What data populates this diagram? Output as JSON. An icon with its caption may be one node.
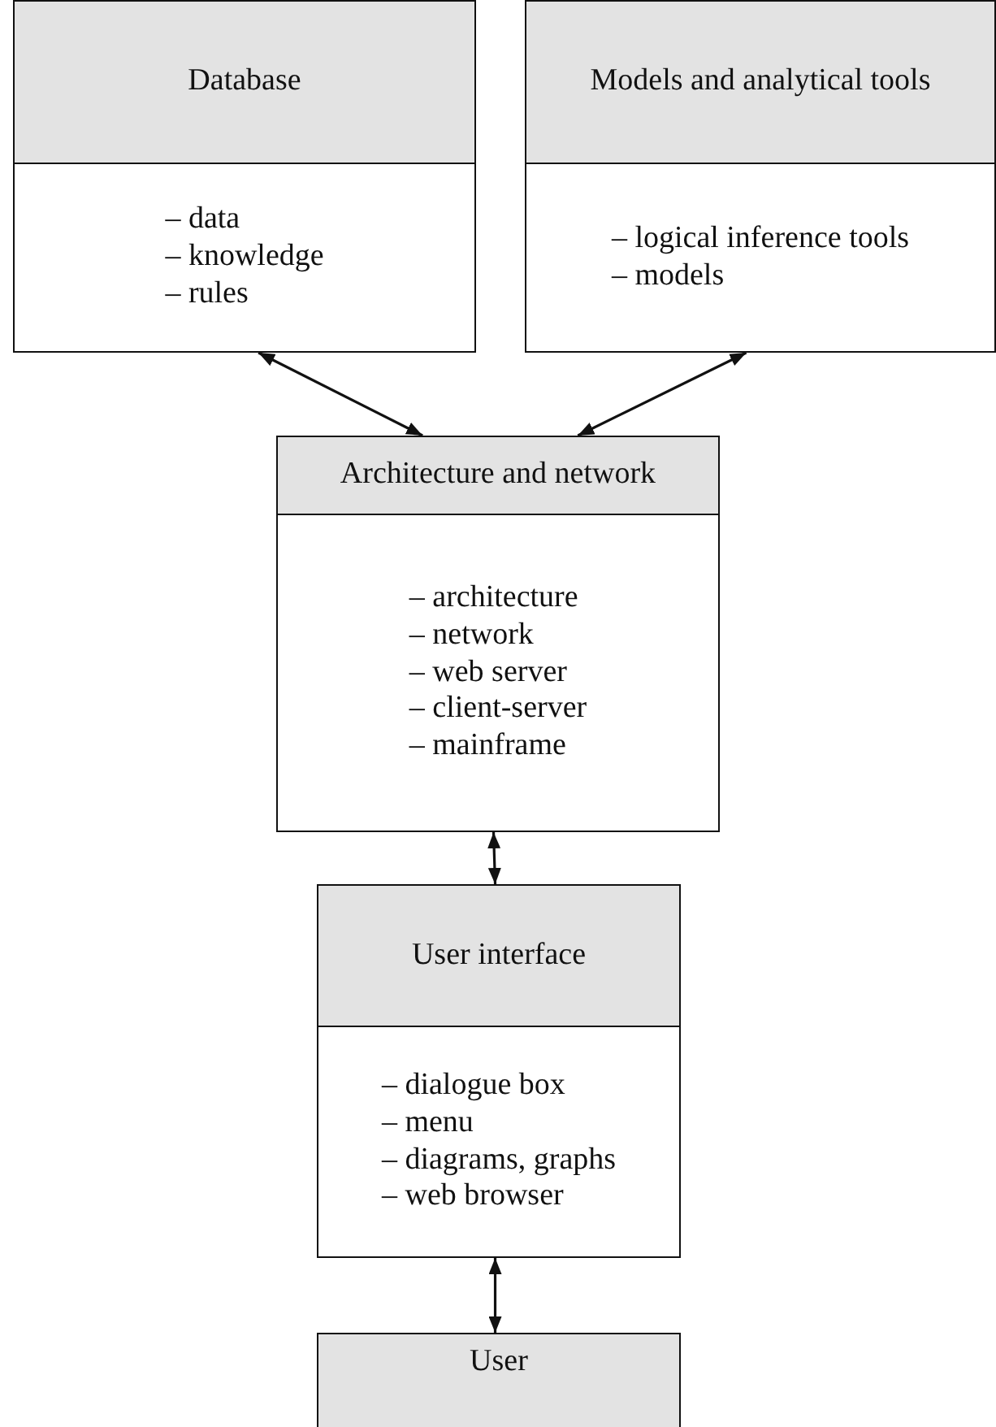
{
  "diagram": {
    "nodes": [
      {
        "text": [
          "Database",
          "– data",
          "– knowledge",
          "– rules"
        ]
      },
      {
        "text": [
          "Models and analytical tools",
          "– logical inference tools",
          "– models"
        ]
      },
      {
        "text": [
          "Architecture and network",
          "– architecture",
          "– network",
          "– web server",
          "– client-server",
          "– mainframe"
        ]
      },
      {
        "text": [
          "User interface",
          "– dialogue box",
          "– menu",
          "– diagrams, graphs",
          "– web browser"
        ]
      },
      {
        "text": [
          "User"
        ]
      }
    ],
    "edges": [
      {
        "from": 0,
        "to": 2,
        "arrow": "both"
      },
      {
        "from": 1,
        "to": 2,
        "arrow": "both"
      },
      {
        "from": 2,
        "to": 3,
        "arrow": "both"
      },
      {
        "from": 3,
        "to": 4,
        "arrow": "both"
      }
    ]
  }
}
